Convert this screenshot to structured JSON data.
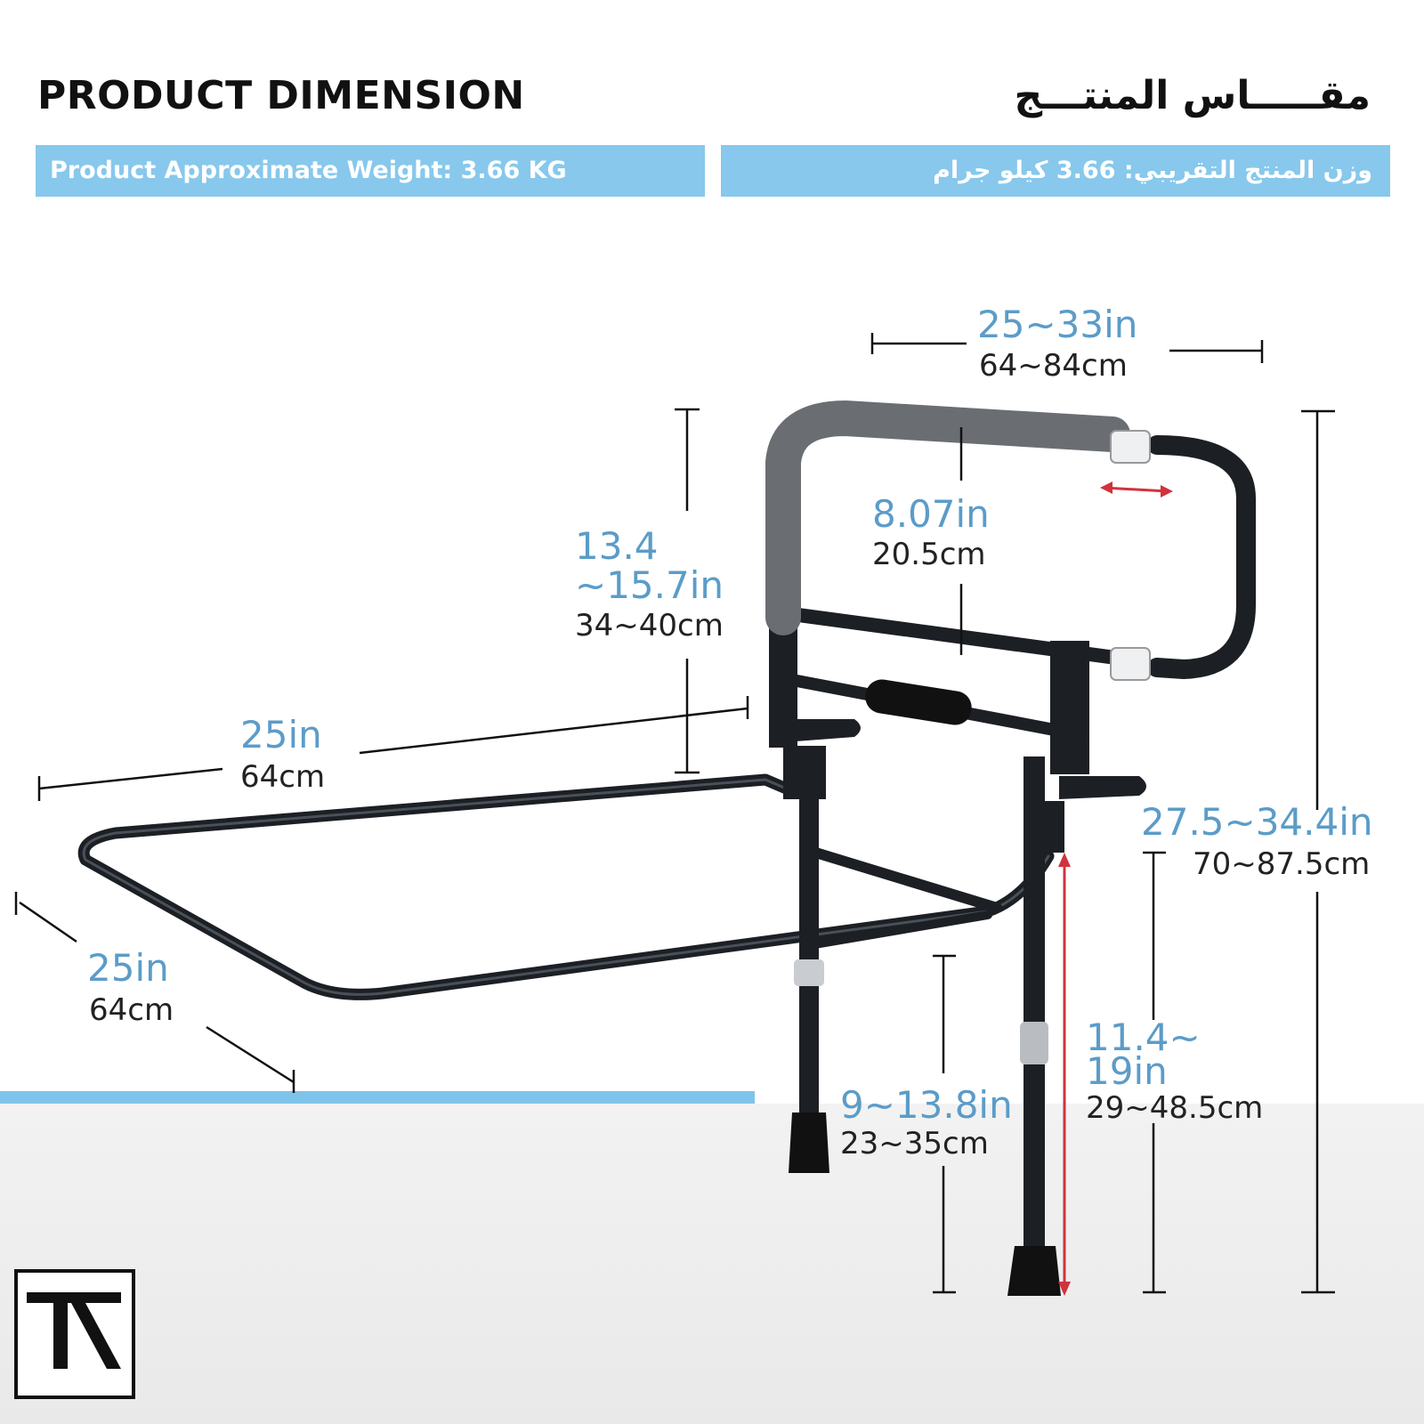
{
  "header": {
    "title_en": "PRODUCT DIMENSION",
    "title_ar": "مقـــــاس المنتـــج"
  },
  "weight": {
    "en": "Product Approximate Weight: 3.66 KG",
    "ar": "وزن المنتج التقريبي: 3.66 كيلو جرام"
  },
  "dimensions": {
    "top_width": {
      "in": "25~33in",
      "cm": "64~84cm"
    },
    "handle_height": {
      "in": "8.07in",
      "cm": "20.5cm"
    },
    "upper_height": {
      "in1": "13.4",
      "in2": "~15.7in",
      "cm": "34~40cm"
    },
    "frame_width": {
      "in": "25in",
      "cm": "64cm"
    },
    "frame_depth": {
      "in": "25in",
      "cm": "64cm"
    },
    "total_height": {
      "in": "27.5~34.4in",
      "cm": "70~87.5cm"
    },
    "leg_adjust": {
      "in1": "11.4~",
      "in2": "19in",
      "cm": "29~48.5cm"
    },
    "leg_height": {
      "in": "9~13.8in",
      "cm": "23~35cm"
    }
  },
  "colors": {
    "accent": "#87c8ec",
    "dimension_text": "#5b9cc8",
    "frame": "#1c1f24",
    "handle_grip": "#6a6e73",
    "arrow": "#d0333d"
  },
  "icons": [
    "brand-logo-icon"
  ]
}
